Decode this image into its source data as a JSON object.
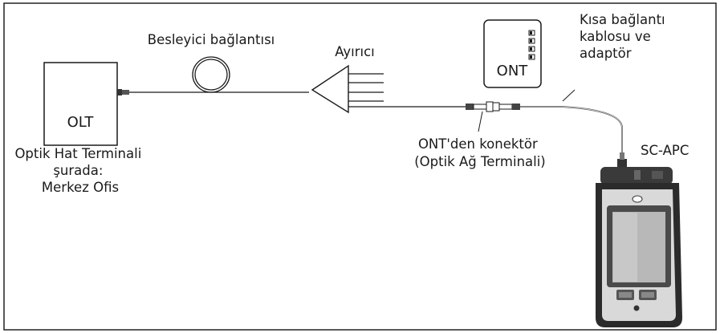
{
  "labels": {
    "feeder": "Besleyici bağlantısı",
    "splitter": "Ayırıcı",
    "olt_box": "OLT",
    "ont_box": "ONT",
    "olt_desc": [
      "Optik Hat Terminali",
      "şurada:",
      "Merkez Ofis"
    ],
    "patch_cord": [
      "Kısa bağlantı",
      "kablosu ve",
      "adaptör"
    ],
    "ont_connector": [
      "ONT'den konektör",
      "(Optik Ağ Terminali)"
    ],
    "sc_apc": "SC-APC"
  },
  "colors": {
    "line": "#1a1a1a",
    "frame": "#222222",
    "meter_body": "#d9d9d9",
    "meter_shell": "#2b2b2b",
    "screen": "#b8b8b8"
  },
  "icons": {
    "optical_meter": "handheld-tester-icon",
    "fiber_coil": "fiber-coil-icon",
    "splitter": "splitter-triangle-icon"
  }
}
